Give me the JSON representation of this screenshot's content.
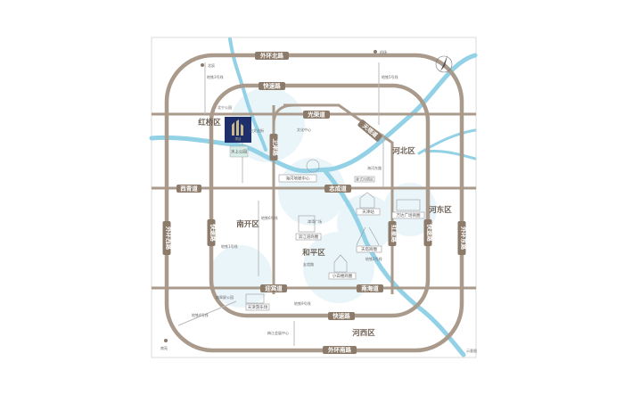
{
  "roads": {
    "outer_north": "外环北路",
    "outer_south": "外环南路",
    "outer_west": "外环西路",
    "outer_east": "外环东路",
    "expressway_n": "快速路",
    "expressway_s": "快速路",
    "expressway_w": "快速路",
    "expressway_e": "快速路",
    "guangrong": "光荣道",
    "zhencheng": "志成道",
    "xiqing": "西青道",
    "yingbin": "迎宾道",
    "jieguang": "建国道",
    "wuyi": "卫津路",
    "hebei": "红星路",
    "nanhai": "南海道",
    "tianshui": "天塔道"
  },
  "districts": {
    "hongqiao": "红桥区",
    "hebei": "河北区",
    "nankai": "南开区",
    "heping": "和平区",
    "hexi": "河西区",
    "hedong": "河东区"
  },
  "pois": {
    "project": "项目",
    "tianjin_eye": "海河地铁中心",
    "water_park": "水上公园",
    "station": "天津站",
    "italian_style": "意式风情区",
    "shopping": "滨江道商圈",
    "xiaobailou": "小白楼商圈",
    "wanda": "万达广场商圈",
    "tianta": "天塔商圈",
    "binjiang": "天津游乐场",
    "beijian": "北辰",
    "nanyuan": "南苑",
    "airport": "机场"
  },
  "small_labels": {
    "culture": "文化中心",
    "guwenhua": "古文化街",
    "line3": "地铁3号线",
    "line1": "地铁1号线",
    "line6": "地铁6号线",
    "line4": "地铁4号线",
    "line5": "地铁5号线",
    "line2": "地铁2号线",
    "line9": "地铁9号线",
    "metro_center": "梅江会展中心",
    "dawenhua": "南翠屏公园",
    "beining": "北宁公园",
    "jinwan": "津湾广场",
    "youyi": "友谊路",
    "hdn": "海河东路"
  },
  "footer": {
    "note": "示意图"
  },
  "colors": {
    "road": "#a99a8b",
    "label": "#8c7b6b",
    "river": "#8fd0e4",
    "circle": "#e6f3fa",
    "project": "#1e2f6b",
    "border": "#cccccc"
  },
  "icons": {
    "north": "compass-north-icon",
    "pin": "location-pin-icon"
  }
}
